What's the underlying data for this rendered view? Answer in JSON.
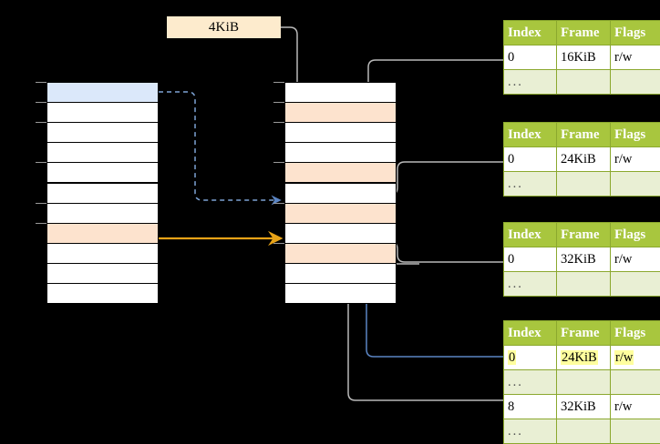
{
  "diagram": {
    "title_label": "4KiB",
    "page_size_label": "4KiB"
  },
  "virtual_column": {
    "name": "virtual-address-space",
    "cell_count": 11,
    "cells": [
      {
        "index": 0,
        "fill": "blue",
        "label": ""
      },
      {
        "index": 1,
        "fill": "white",
        "label": ""
      },
      {
        "index": 2,
        "fill": "white",
        "label": ""
      },
      {
        "index": 3,
        "fill": "white",
        "label": ""
      },
      {
        "index": 4,
        "fill": "white",
        "label": ""
      },
      {
        "index": 5,
        "fill": "white",
        "label": ""
      },
      {
        "index": 6,
        "fill": "white",
        "label": ""
      },
      {
        "index": 7,
        "fill": "peach",
        "label": ""
      },
      {
        "index": 8,
        "fill": "white",
        "label": ""
      },
      {
        "index": 9,
        "fill": "white",
        "label": ""
      },
      {
        "index": 10,
        "fill": "white",
        "label": ""
      }
    ]
  },
  "physical_column": {
    "name": "physical-memory",
    "cell_count": 11,
    "cells": [
      {
        "index": 0,
        "fill": "white",
        "label": ""
      },
      {
        "index": 1,
        "fill": "peach",
        "label": ""
      },
      {
        "index": 2,
        "fill": "white",
        "label": ""
      },
      {
        "index": 3,
        "fill": "white",
        "label": ""
      },
      {
        "index": 4,
        "fill": "peach",
        "label": ""
      },
      {
        "index": 5,
        "fill": "white",
        "label": ""
      },
      {
        "index": 6,
        "fill": "peach",
        "label": ""
      },
      {
        "index": 7,
        "fill": "white",
        "label": ""
      },
      {
        "index": 8,
        "fill": "peach",
        "label": ""
      },
      {
        "index": 9,
        "fill": "white",
        "label": ""
      },
      {
        "index": 10,
        "fill": "white",
        "label": ""
      }
    ]
  },
  "tables": [
    {
      "id": "page-table-1",
      "headers": [
        "Index",
        "Frame",
        "Flags"
      ],
      "rows": [
        {
          "type": "data",
          "cells": [
            "0",
            "16KiB",
            "r/w"
          ],
          "highlight": [
            false,
            false,
            false
          ]
        },
        {
          "type": "ellipsis",
          "cells": [
            "...",
            "",
            ""
          ],
          "highlight": [
            false,
            false,
            false
          ]
        }
      ]
    },
    {
      "id": "page-table-2",
      "headers": [
        "Index",
        "Frame",
        "Flags"
      ],
      "rows": [
        {
          "type": "data",
          "cells": [
            "0",
            "24KiB",
            "r/w"
          ],
          "highlight": [
            false,
            false,
            false
          ]
        },
        {
          "type": "ellipsis",
          "cells": [
            "...",
            "",
            ""
          ],
          "highlight": [
            false,
            false,
            false
          ]
        }
      ]
    },
    {
      "id": "page-table-3",
      "headers": [
        "Index",
        "Frame",
        "Flags"
      ],
      "rows": [
        {
          "type": "data",
          "cells": [
            "0",
            "32KiB",
            "r/w"
          ],
          "highlight": [
            false,
            false,
            false
          ]
        },
        {
          "type": "ellipsis",
          "cells": [
            "...",
            "",
            ""
          ],
          "highlight": [
            false,
            false,
            false
          ]
        }
      ]
    },
    {
      "id": "page-table-4",
      "headers": [
        "Index",
        "Frame",
        "Flags"
      ],
      "rows": [
        {
          "type": "data",
          "cells": [
            "0",
            "24KiB",
            "r/w"
          ],
          "highlight": [
            true,
            true,
            true
          ]
        },
        {
          "type": "ellipsis",
          "cells": [
            "...",
            "",
            ""
          ],
          "highlight": [
            false,
            false,
            false
          ]
        },
        {
          "type": "data",
          "cells": [
            "8",
            "32KiB",
            "r/w"
          ],
          "highlight": [
            false,
            false,
            false
          ]
        },
        {
          "type": "ellipsis",
          "cells": [
            "...",
            "",
            ""
          ],
          "highlight": [
            false,
            false,
            false
          ]
        }
      ]
    }
  ],
  "colors": {
    "table_header_bg": "#a8c63e",
    "table_border": "#8ba82e",
    "ellipsis_row_bg": "#e9efd4",
    "highlight_yellow": "#ffff9e",
    "virtual_selected": "#dbe8fa",
    "frame_used": "#fde3ce",
    "label_bg": "#fdebcd",
    "arrow_blue": "#5b85c4",
    "arrow_orange": "#e8a317",
    "arrow_gray": "#b3b3b3",
    "background": "#000000"
  }
}
